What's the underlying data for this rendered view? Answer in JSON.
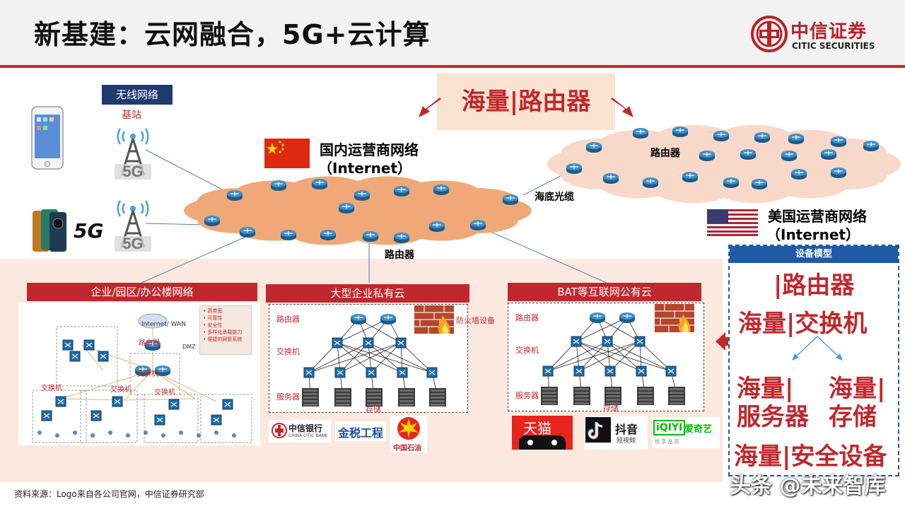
{
  "slide": {
    "title": "新基建：云网融合，5G+云计算",
    "source_note": "资料来源：Logo来自各公司官网，中信证券研究部",
    "watermark": "头条 @未来智库"
  },
  "brand": {
    "name_cn": "中信证券",
    "name_en": "CITIC SECURITIES",
    "color": "#b8222a"
  },
  "colors": {
    "accent_red": "#c0282d",
    "navy": "#1f3a6e",
    "device_blue": "#1f5aa6",
    "cloud_orange": "#f0a878",
    "cloud_pink": "#f8d9c9",
    "panel_bg": "#fbe9df"
  },
  "wireless": {
    "label": "无线网络",
    "base_station": "基站",
    "fiveg_text": "5G",
    "tower_icon": "5g-tower-icon"
  },
  "massive_router": "海量|路由器",
  "domestic": {
    "title": "国内运营商网络",
    "subtitle": "（Internet）",
    "router_label": "路由器"
  },
  "us": {
    "title": "美国运营商网络",
    "subtitle": "（Internet）",
    "router_label": "路由器",
    "cable_label": "海底光缆"
  },
  "sections": {
    "enterprise": {
      "title": "企业/园区/办公楼网络",
      "internet_wan": "Internet/ WAN",
      "router": "路由器",
      "switch_a": "交换机",
      "switch_b": "交换机",
      "switch_c": "交换机",
      "switch_d": "交换机",
      "features": [
        "高带宽",
        "可靠性",
        "安全性",
        "多样化承载能力",
        "便捷的网管系统"
      ],
      "dmz": "DMZ"
    },
    "private_cloud": {
      "title": "大型企业私有云",
      "router": "路由器",
      "switch": "交换机",
      "server": "服务器",
      "storage": "存储",
      "firewall": "防火墙设备"
    },
    "public_cloud": {
      "title": "BAT等互联网公有云",
      "router": "路由器",
      "switch": "交换机",
      "server": "服务器",
      "storage": "存储"
    }
  },
  "device_model": {
    "header": "设备模型",
    "router": "|路由器",
    "switch": "海量|交换机",
    "server_line1": "海量|",
    "server_line2": "服务器",
    "storage_line1": "海量|",
    "storage_line2": "存储",
    "security": "海量|安全设备"
  },
  "company_logos": {
    "citic_bank_cn": "中信银行",
    "citic_bank_en": "CHINA CITIC BANK",
    "golden_tax": "金税工程",
    "sinopec": "中国石油",
    "tmall": "天猫",
    "douyin": "抖音",
    "douyin_sub": "短视频",
    "iqiyi": "iQIYI",
    "iqiyi_cn": "爱奇艺",
    "iqiyi_sub": "悦 享 品 质"
  }
}
